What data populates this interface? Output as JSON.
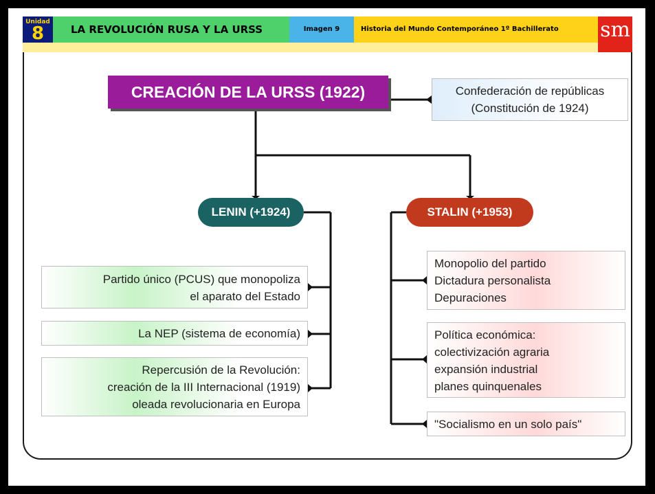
{
  "header": {
    "unit_label": "Unidad",
    "unit_number": "8",
    "title": "LA REVOLUCIÓN RUSA Y LA URSS",
    "image_label": "Imagen 9",
    "course": "Historia del Mundo Contemporáneo 1º Bachillerato",
    "brand": "sm"
  },
  "diagram": {
    "main": "CREACIÓN DE LA URSS (1922)",
    "confederation": [
      "Confederación de repúblicas",
      "(Constitución de 1924)"
    ],
    "lenin": {
      "label": "LENIN (+1924)",
      "items": [
        [
          "Partido único (PCUS) que monopoliza",
          "el aparato del Estado"
        ],
        [
          "La NEP (sistema de economía)"
        ],
        [
          "Repercusión de la Revolución:",
          "creación de la III Internacional (1919)",
          "oleada revolucionaria en Europa"
        ]
      ]
    },
    "stalin": {
      "label": "STALIN (+1953)",
      "items": [
        [
          "Monopolio del partido",
          "Dictadura personalista",
          "Depuraciones"
        ],
        [
          "Política económica:",
          "colectivización agraria",
          "expansión industrial",
          "planes quinquenales"
        ],
        [
          "\"Socialismo en un solo país\""
        ]
      ]
    }
  },
  "colors": {
    "main": "#9b1c9b",
    "lenin": "#1b6363",
    "stalin": "#c23a1e",
    "unit_bg": "#0b1b7a",
    "title_bg": "#4ed06a",
    "image_bg": "#4ab3e8",
    "course_bg": "#ffd21a",
    "brand_bg": "#e2231a"
  }
}
